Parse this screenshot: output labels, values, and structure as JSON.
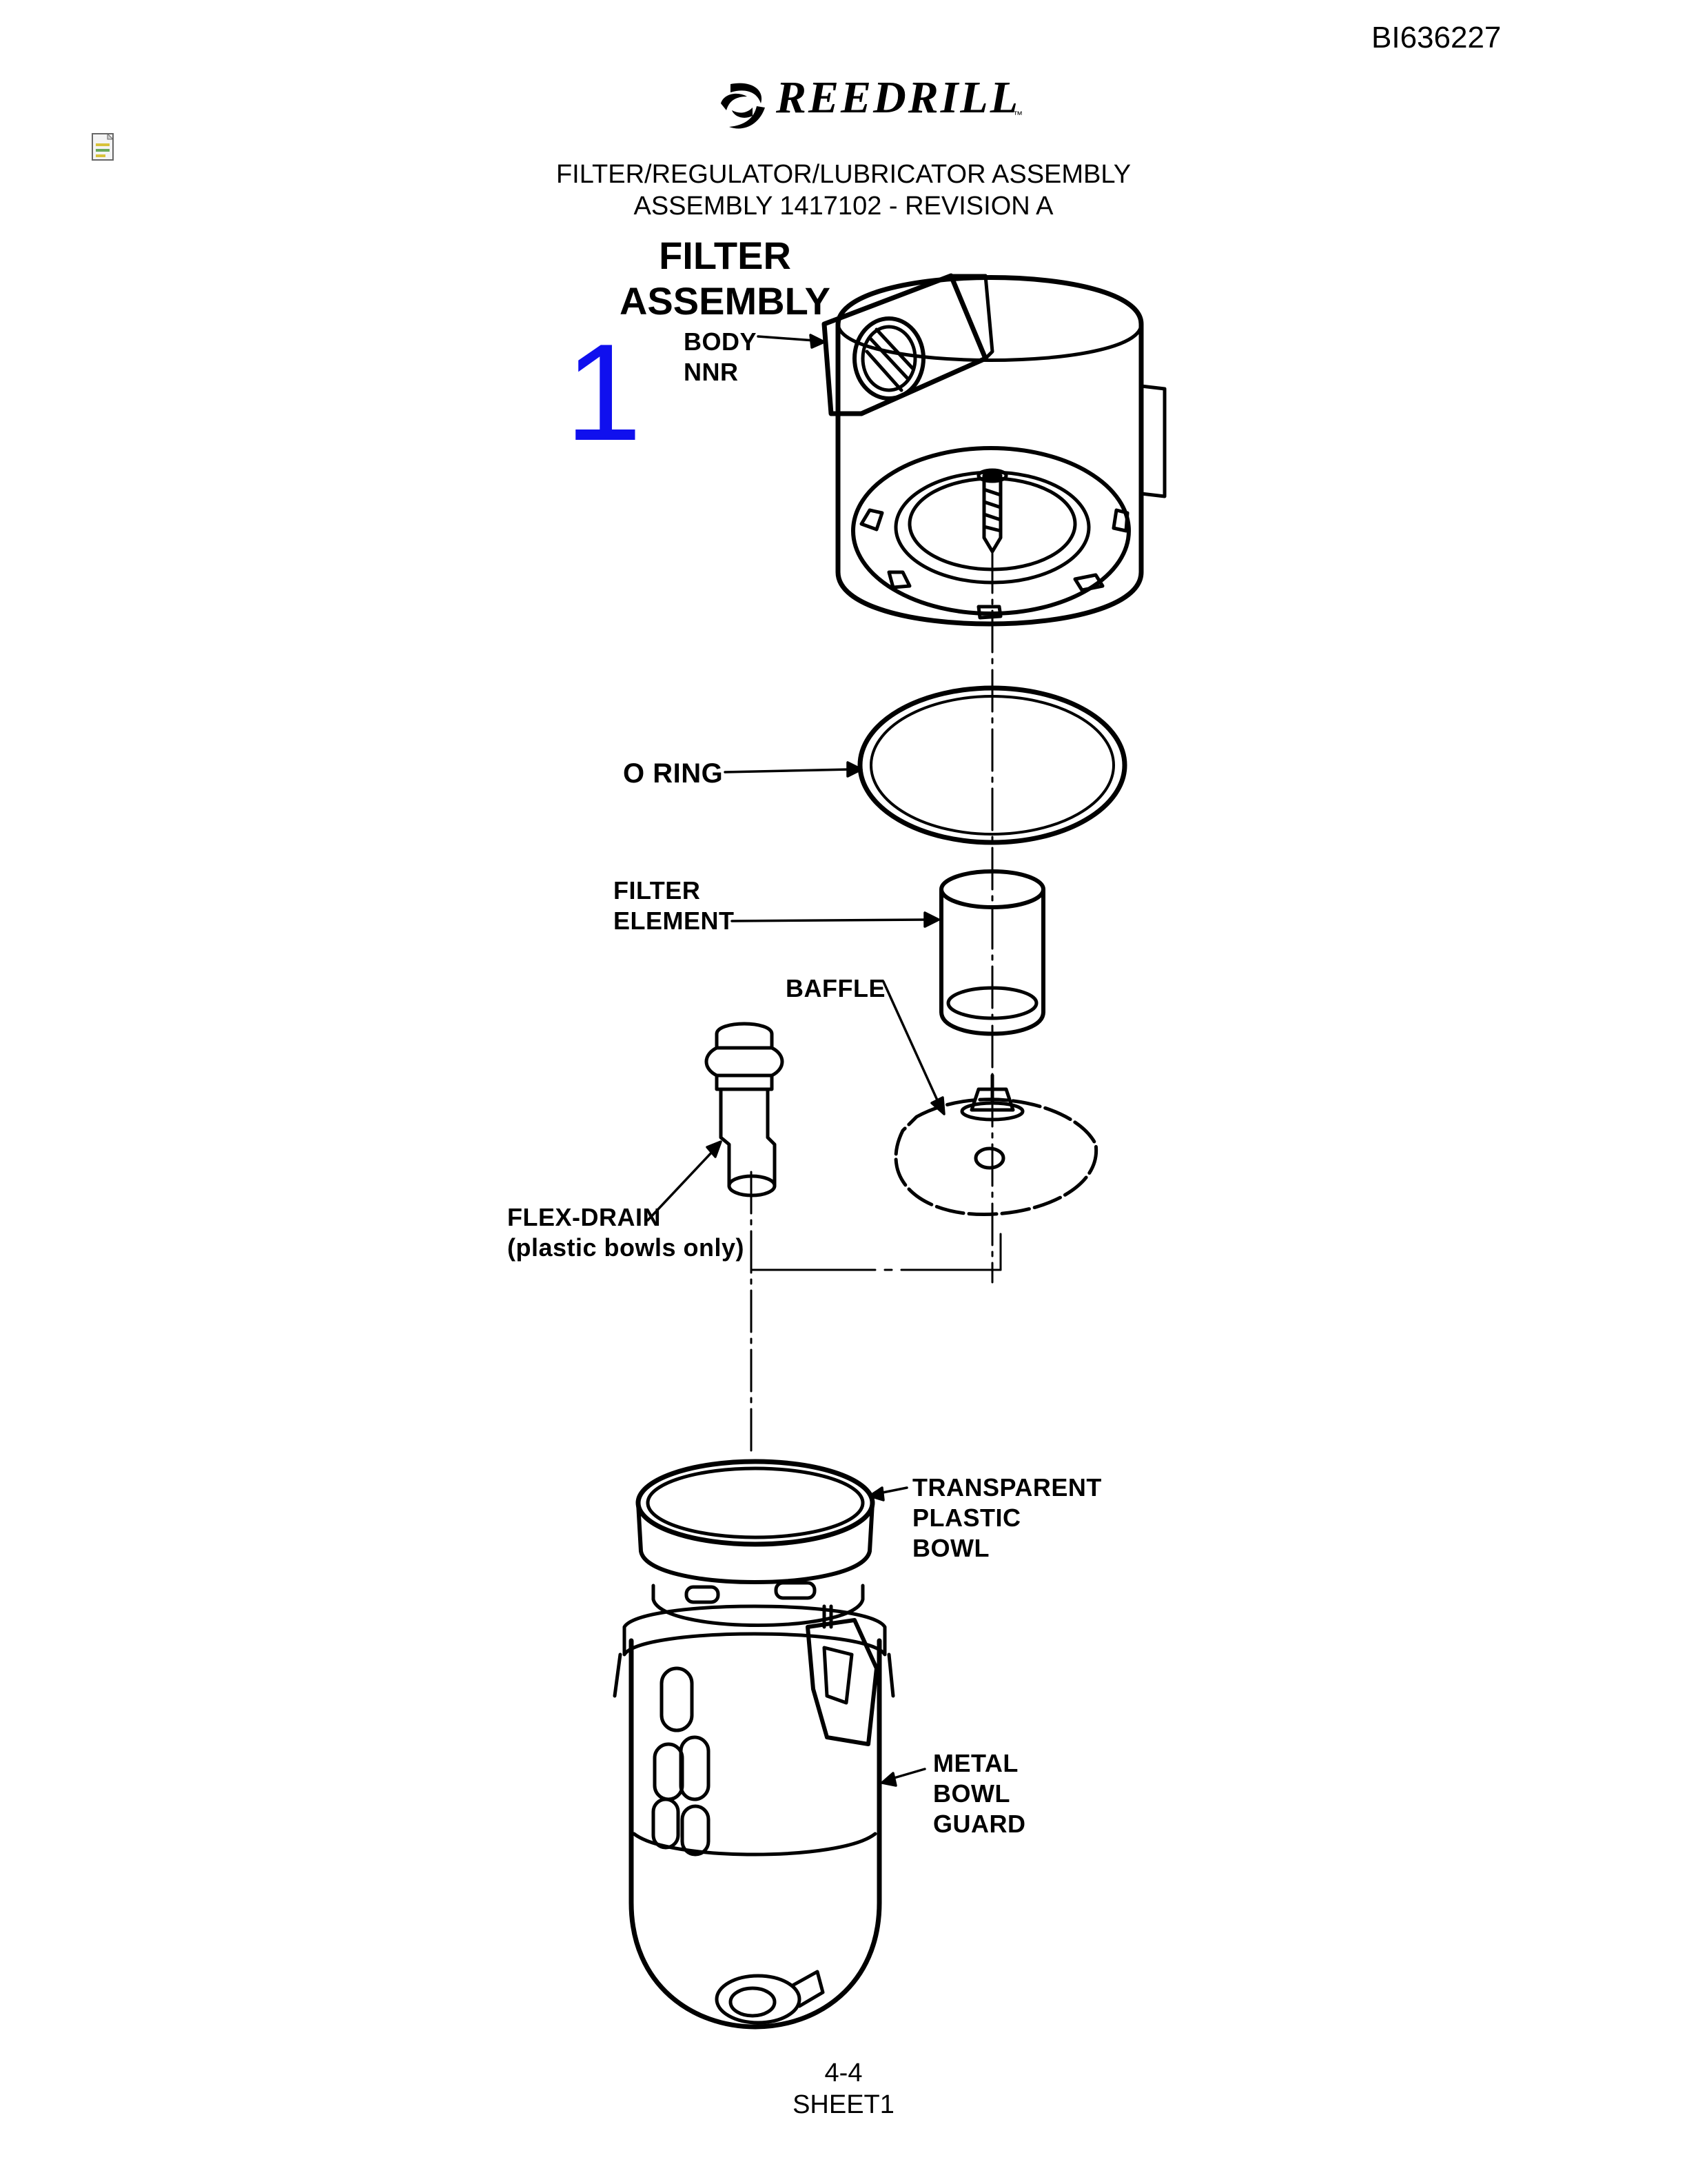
{
  "document": {
    "id": "BI636227",
    "brand": "REEDRILL",
    "brand_tm": "™",
    "title_line1": "FILTER/REGULATOR/LUBRICATOR ASSEMBLY",
    "title_line2": "ASSEMBLY 1417102 - REVISION A",
    "section_line1": "FILTER",
    "section_line2": "ASSEMBLY",
    "section_number": "1",
    "page_number": "4-4",
    "sheet": "SHEET1"
  },
  "labels": {
    "body_line1": "BODY",
    "body_line2": "NNR",
    "o_ring": "O RING",
    "filter_element_line1": "FILTER",
    "filter_element_line2": "ELEMENT",
    "baffle": "BAFFLE",
    "flex_drain_line1": "FLEX-DRAIN",
    "flex_drain_line2": "(plastic bowls only)",
    "bowl_line1": "TRANSPARENT",
    "bowl_line2": "PLASTIC",
    "bowl_line3": "BOWL",
    "guard_line1": "METAL",
    "guard_line2": "BOWL",
    "guard_line3": "GUARD"
  },
  "icons": {
    "logo": "reedrill-swirl-logo-icon",
    "note": "note-document-icon"
  },
  "colors": {
    "section_number": "#1010ee",
    "line": "#000000"
  }
}
